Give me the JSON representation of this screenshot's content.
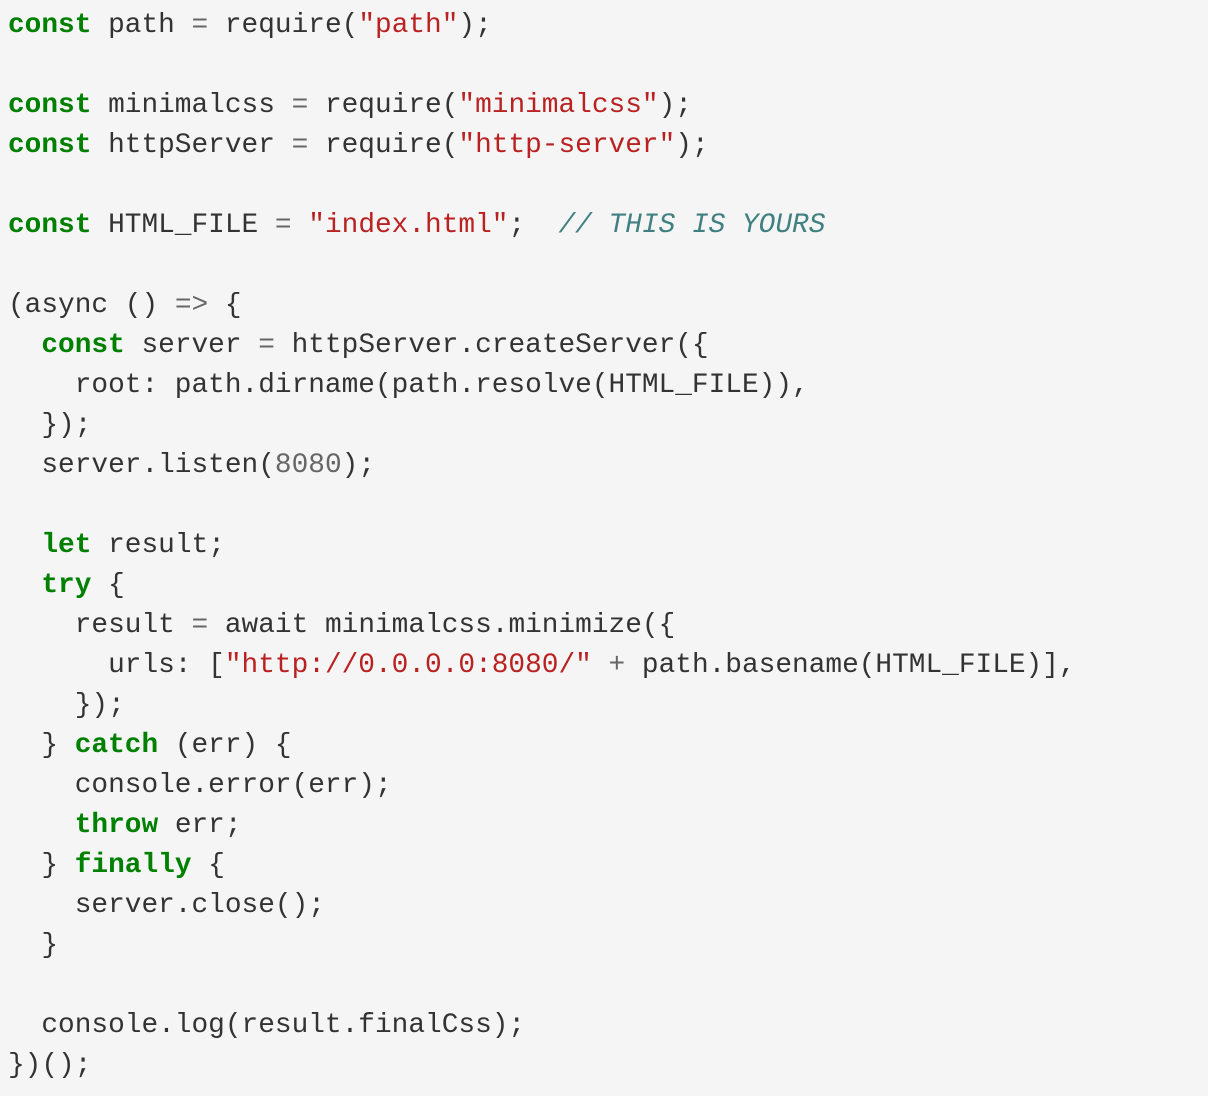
{
  "code": {
    "language": "javascript",
    "lines": [
      [
        {
          "t": "kw",
          "v": "const"
        },
        {
          "t": "plain",
          "v": " path "
        },
        {
          "t": "op",
          "v": "="
        },
        {
          "t": "plain",
          "v": " require("
        },
        {
          "t": "str",
          "v": "\"path\""
        },
        {
          "t": "plain",
          "v": ");"
        }
      ],
      [],
      [
        {
          "t": "kw",
          "v": "const"
        },
        {
          "t": "plain",
          "v": " minimalcss "
        },
        {
          "t": "op",
          "v": "="
        },
        {
          "t": "plain",
          "v": " require("
        },
        {
          "t": "str",
          "v": "\"minimalcss\""
        },
        {
          "t": "plain",
          "v": ");"
        }
      ],
      [
        {
          "t": "kw",
          "v": "const"
        },
        {
          "t": "plain",
          "v": " httpServer "
        },
        {
          "t": "op",
          "v": "="
        },
        {
          "t": "plain",
          "v": " require("
        },
        {
          "t": "str",
          "v": "\"http-server\""
        },
        {
          "t": "plain",
          "v": ");"
        }
      ],
      [],
      [
        {
          "t": "kw",
          "v": "const"
        },
        {
          "t": "plain",
          "v": " HTML_FILE "
        },
        {
          "t": "op",
          "v": "="
        },
        {
          "t": "plain",
          "v": " "
        },
        {
          "t": "str",
          "v": "\"index.html\""
        },
        {
          "t": "plain",
          "v": ";  "
        },
        {
          "t": "com",
          "v": "// THIS IS YOURS"
        }
      ],
      [],
      [
        {
          "t": "plain",
          "v": "(async () "
        },
        {
          "t": "op",
          "v": "=>"
        },
        {
          "t": "plain",
          "v": " {"
        }
      ],
      [
        {
          "t": "plain",
          "v": "  "
        },
        {
          "t": "kw",
          "v": "const"
        },
        {
          "t": "plain",
          "v": " server "
        },
        {
          "t": "op",
          "v": "="
        },
        {
          "t": "plain",
          "v": " httpServer.createServer({"
        }
      ],
      [
        {
          "t": "plain",
          "v": "    root: path.dirname(path.resolve(HTML_FILE)),"
        }
      ],
      [
        {
          "t": "plain",
          "v": "  });"
        }
      ],
      [
        {
          "t": "plain",
          "v": "  server.listen("
        },
        {
          "t": "num",
          "v": "8080"
        },
        {
          "t": "plain",
          "v": ");"
        }
      ],
      [],
      [
        {
          "t": "plain",
          "v": "  "
        },
        {
          "t": "kw",
          "v": "let"
        },
        {
          "t": "plain",
          "v": " result;"
        }
      ],
      [
        {
          "t": "plain",
          "v": "  "
        },
        {
          "t": "kw",
          "v": "try"
        },
        {
          "t": "plain",
          "v": " {"
        }
      ],
      [
        {
          "t": "plain",
          "v": "    result "
        },
        {
          "t": "op",
          "v": "="
        },
        {
          "t": "plain",
          "v": " await minimalcss.minimize({"
        }
      ],
      [
        {
          "t": "plain",
          "v": "      urls: ["
        },
        {
          "t": "str",
          "v": "\"http://0.0.0.0:8080/\""
        },
        {
          "t": "plain",
          "v": " "
        },
        {
          "t": "op",
          "v": "+"
        },
        {
          "t": "plain",
          "v": " path.basename(HTML_FILE)],"
        }
      ],
      [
        {
          "t": "plain",
          "v": "    });"
        }
      ],
      [
        {
          "t": "plain",
          "v": "  } "
        },
        {
          "t": "kw",
          "v": "catch"
        },
        {
          "t": "plain",
          "v": " (err) {"
        }
      ],
      [
        {
          "t": "plain",
          "v": "    console.error(err);"
        }
      ],
      [
        {
          "t": "plain",
          "v": "    "
        },
        {
          "t": "kw",
          "v": "throw"
        },
        {
          "t": "plain",
          "v": " err;"
        }
      ],
      [
        {
          "t": "plain",
          "v": "  } "
        },
        {
          "t": "kw",
          "v": "finally"
        },
        {
          "t": "plain",
          "v": " {"
        }
      ],
      [
        {
          "t": "plain",
          "v": "    server.close();"
        }
      ],
      [
        {
          "t": "plain",
          "v": "  }"
        }
      ],
      [],
      [
        {
          "t": "plain",
          "v": "  console.log(result.finalCss);"
        }
      ],
      [
        {
          "t": "plain",
          "v": "})();"
        }
      ]
    ]
  },
  "colors": {
    "background": "#f5f5f5",
    "keyword": "#008000",
    "string": "#ba2121",
    "comment": "#408080",
    "number": "#666666",
    "operator": "#666666",
    "text": "#333333"
  }
}
